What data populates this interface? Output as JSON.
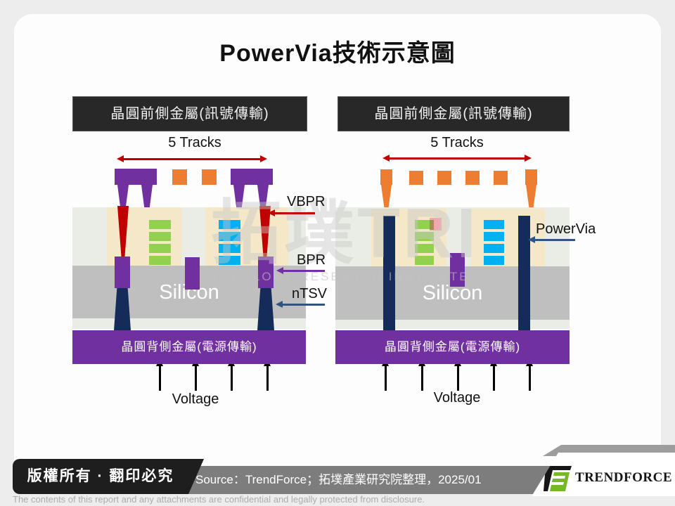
{
  "title": "PowerVia技術示意圖",
  "watermark": {
    "line1": "拓墣TRI",
    "line2": "TOPOLOGY RESEARCH INSTITUTE"
  },
  "diagram_left": {
    "front_metal": "晶圓前側金屬(訊號傳輸)",
    "tracks": "5 Tracks",
    "silicon": "Silicon",
    "back_metal": "晶圓背側金屬(電源傳輸)",
    "voltage": "Voltage",
    "labels": {
      "vbpr": "VBPR",
      "bpr": "BPR",
      "ntsv": "nTSV"
    }
  },
  "diagram_right": {
    "front_metal": "晶圓前側金屬(訊號傳輸)",
    "tracks": "5 Tracks",
    "silicon": "Silicon",
    "back_metal": "晶圓背側金屬(電源傳輸)",
    "voltage": "Voltage",
    "labels": {
      "powervia": "PowerVia"
    }
  },
  "footer": {
    "copyright": "版權所有 · 翻印必究",
    "source": "Source：TrendForce；拓墣產業研究院整理，2025/01",
    "brand": "TrendForce",
    "disclaimer": "The contents of this report and any attachments are confidential and legally protected from disclosure."
  },
  "colors": {
    "purple": "#7030A0",
    "red": "#C00000",
    "green": "#92D050",
    "blue": "#00B0F0",
    "orange": "#ED7D31",
    "navy": "#152C5B",
    "arrow_navy": "#2F5383",
    "silicon_gray": "#BFBFBF",
    "beige": "#F5E8C9",
    "substrate_tint": "#E9EDE5",
    "header_black": "#282828",
    "source_gray": "#7D7D7D",
    "logo_green": "#76B82A"
  }
}
